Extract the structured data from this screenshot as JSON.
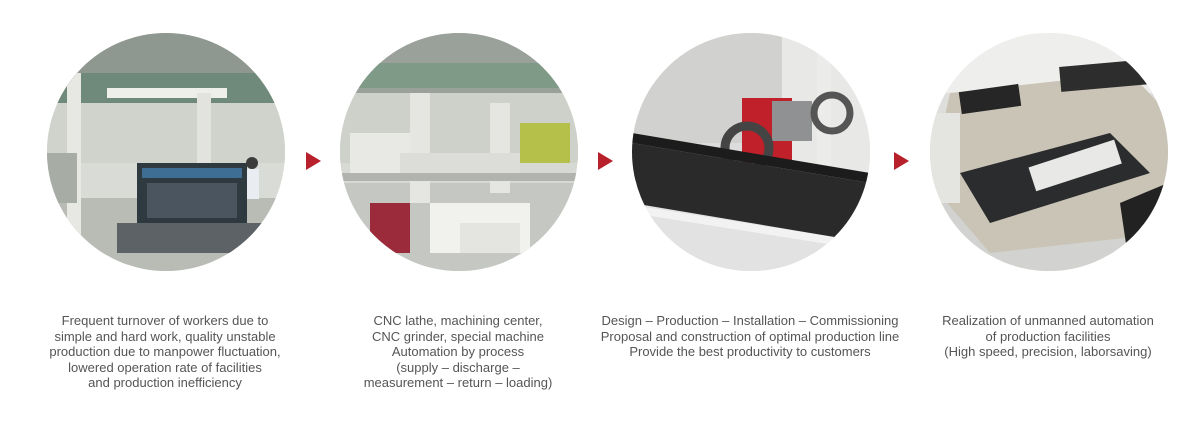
{
  "colors": {
    "arrow": "#b8202c",
    "text": "#555555",
    "background": "#ffffff"
  },
  "steps": [
    {
      "photo_subject": "factory-floor-gantry-robot",
      "caption_lines": [
        "Frequent turnover of workers due to",
        "simple and hard work, quality unstable",
        "production due to manpower fluctuation,",
        "lowered operation  rate of facilities",
        "and production inefficiency"
      ]
    },
    {
      "photo_subject": "cnc-automation-line",
      "caption_lines": [
        "CNC lathe, machining center,",
        "CNC grinder, special machine",
        "Automation by process",
        "(supply – discharge –",
        "measurement – return – loading)"
      ]
    },
    {
      "photo_subject": "pallet-conveyor-with-red-unit",
      "caption_lines": [
        "Design – Production – Installation – Commissioning",
        "Proposal and construction of optimal production line",
        "Provide the best productivity to customers"
      ]
    },
    {
      "photo_subject": "unmanned-handling-machine",
      "caption_lines": [
        "Realization of unmanned automation",
        "of production facilities",
        "(High speed, precision, laborsaving)"
      ]
    }
  ]
}
